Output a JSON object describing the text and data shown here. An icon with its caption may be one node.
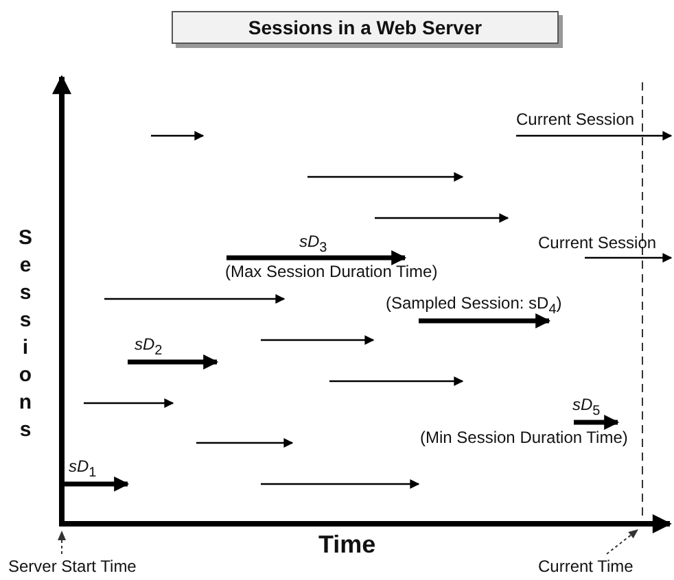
{
  "diagram": {
    "title": "Sessions in a Web Server",
    "nodes": [
      {
        "text": [
          "Server Start Time"
        ]
      },
      {
        "text": [
          "Current Time"
        ]
      },
      {
        "text": [],
        "shape": "arrow"
      }
    ],
    "edges": [
      {
        "from": 0,
        "to": 2,
        "arrow": "to",
        "style": "dashed"
      },
      {
        "from": 1,
        "to": 2,
        "arrow": "to",
        "style": "dashed"
      }
    ],
    "labels": [
      "Current Session",
      "*sD*$_{3}$",
      "(Max Session Duration Time)",
      "Current Session",
      "(Sampled Session: sD$_{4}$)",
      "*sD*$_{2}$",
      "*sD*$_{5}$",
      "(Min Session Duration  Time)",
      "*sD*$_{1}$",
      "Sessions",
      "Time"
    ]
  }
}
